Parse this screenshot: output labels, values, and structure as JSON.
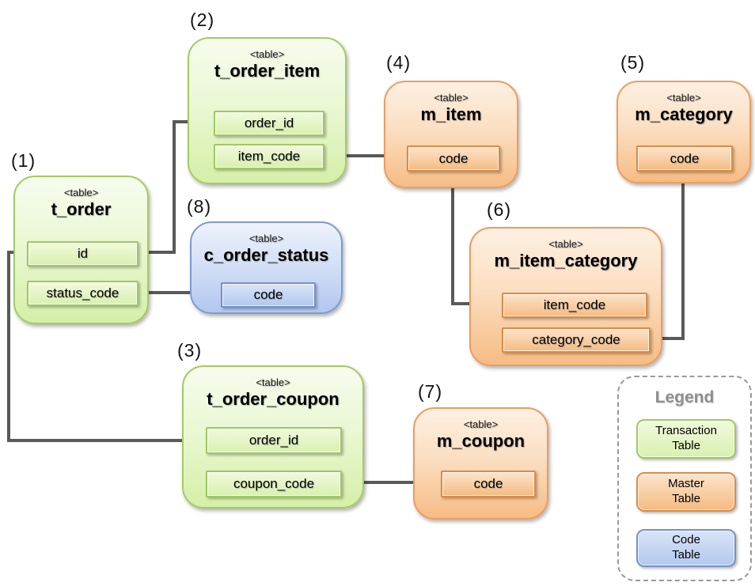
{
  "diagram": {
    "tables": {
      "t_order": {
        "number": "(1)",
        "tag": "<table>",
        "name": "t_order",
        "type": "transaction",
        "fields": [
          "id",
          "status_code"
        ]
      },
      "t_order_item": {
        "number": "(2)",
        "tag": "<table>",
        "name": "t_order_item",
        "type": "transaction",
        "fields": [
          "order_id",
          "item_code"
        ]
      },
      "t_order_coupon": {
        "number": "(3)",
        "tag": "<table>",
        "name": "t_order_coupon",
        "type": "transaction",
        "fields": [
          "order_id",
          "coupon_code"
        ]
      },
      "m_item": {
        "number": "(4)",
        "tag": "<table>",
        "name": "m_item",
        "type": "master",
        "fields": [
          "code"
        ]
      },
      "m_category": {
        "number": "(5)",
        "tag": "<table>",
        "name": "m_category",
        "type": "master",
        "fields": [
          "code"
        ]
      },
      "m_item_category": {
        "number": "(6)",
        "tag": "<table>",
        "name": "m_item_category",
        "type": "master",
        "fields": [
          "item_code",
          "category_code"
        ]
      },
      "m_coupon": {
        "number": "(7)",
        "tag": "<table>",
        "name": "m_coupon",
        "type": "master",
        "fields": [
          "code"
        ]
      },
      "c_order_status": {
        "number": "(8)",
        "tag": "<table>",
        "name": "c_order_status",
        "type": "code",
        "fields": [
          "code"
        ]
      }
    },
    "relationships": [
      {
        "from": "t_order.id",
        "to": "t_order_item.order_id"
      },
      {
        "from": "t_order.id",
        "to": "t_order_coupon.order_id"
      },
      {
        "from": "t_order.status_code",
        "to": "c_order_status.code"
      },
      {
        "from": "t_order_item.item_code",
        "to": "m_item.code"
      },
      {
        "from": "m_item.code",
        "to": "m_item_category.item_code"
      },
      {
        "from": "m_category.code",
        "to": "m_item_category.category_code"
      },
      {
        "from": "t_order_coupon.coupon_code",
        "to": "m_coupon.code"
      }
    ],
    "legend": {
      "title": "Legend",
      "items": [
        {
          "line1": "Transaction",
          "line2": "Table",
          "type": "transaction"
        },
        {
          "line1": "Master",
          "line2": "Table",
          "type": "master"
        },
        {
          "line1": "Code",
          "line2": "Table",
          "type": "code"
        }
      ]
    },
    "colors": {
      "transaction_fill": "#e9f7d2",
      "transaction_border": "#a3cc62",
      "master_fill": "#fbd9b4",
      "master_border": "#e8995c",
      "code_fill": "#c3d4f2",
      "code_border": "#7795cc",
      "connector": "#595959"
    }
  }
}
